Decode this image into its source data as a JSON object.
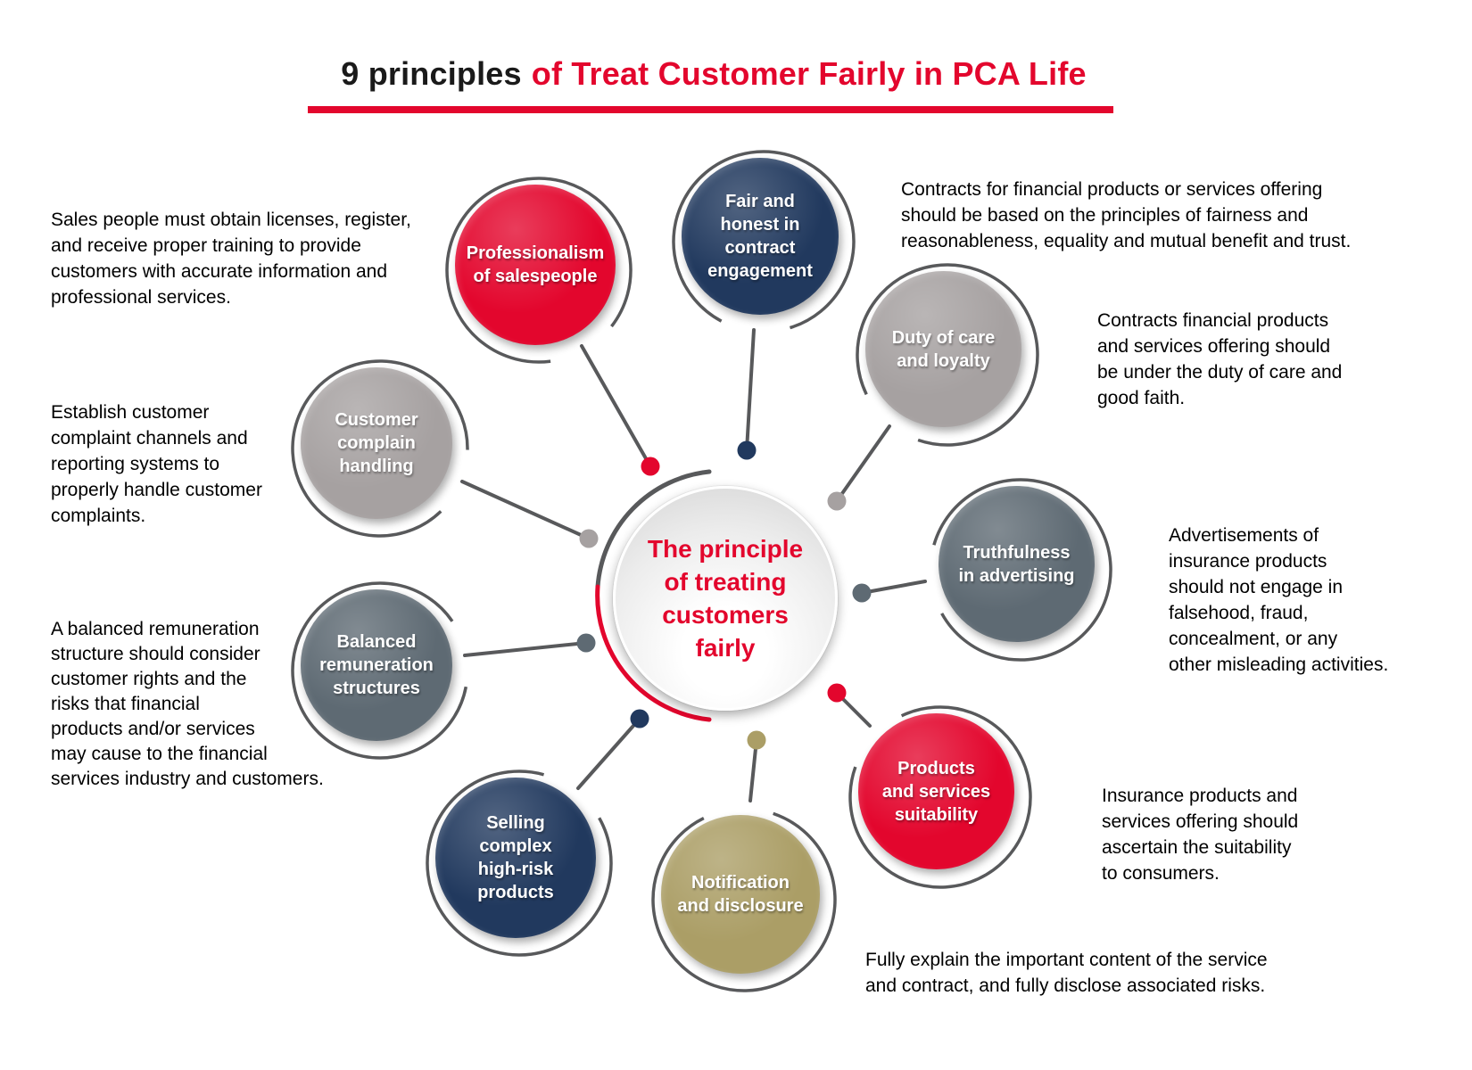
{
  "title": {
    "prefix": "9 principles",
    "rest": "of Treat Customer Fairly in PCA Life"
  },
  "center": {
    "label": "The principle\nof treating\ncustomers\nfairly"
  },
  "palette": {
    "red": "#e3062d",
    "navy": "#21395e",
    "gray": "#a6a1a1",
    "slate": "#5e6a73",
    "khaki": "#ab9e66",
    "connector_gray": "#58595b",
    "center_text_red": "#e3062d"
  },
  "satellites": [
    {
      "name": "professionalism-of-salespeople",
      "label": "Professionalism\nof salespeople",
      "color": "#e3062d",
      "desc": "Sales people must obtain licenses, register,\nand receive proper training to provide\ncustomers with accurate information and\nprofessional services."
    },
    {
      "name": "fair-and-honest-in-contract-engagement",
      "label": "Fair and\nhonest in\ncontract\nengagement",
      "color": "#21395e",
      "desc": "Contracts for financial products or services offering\nshould be based on the principles of fairness and\nreasonableness, equality and mutual benefit and trust."
    },
    {
      "name": "duty-of-care-and-loyalty",
      "label": "Duty of care\nand loyalty",
      "color": "#a6a1a1",
      "desc": "Contracts financial products\nand services offering should\nbe under the duty of care and\ngood faith."
    },
    {
      "name": "truthfulness-in-advertising",
      "label": "Truthfulness\nin advertising",
      "color": "#5e6a73",
      "desc": "Advertisements of\ninsurance products\nshould not engage in\nfalsehood, fraud,\nconcealment, or any\nother misleading activities."
    },
    {
      "name": "products-and-services-suitability",
      "label": "Products\nand services\nsuitability",
      "color": "#e3062d",
      "desc": "Insurance products and\nservices offering should\nascertain the suitability\nto consumers."
    },
    {
      "name": "notification-and-disclosure",
      "label": "Notification\nand disclosure",
      "color": "#ab9e66",
      "desc": "Fully explain the important content of the service\nand contract, and fully disclose associated risks."
    },
    {
      "name": "selling-complex-high-risk-products",
      "label": "Selling\ncomplex\nhigh-risk\nproducts",
      "color": "#21395e"
    },
    {
      "name": "balanced-remuneration-structures",
      "label": "Balanced\nremuneration\nstructures",
      "color": "#5e6a73",
      "desc": "A balanced remuneration\nstructure should consider\ncustomer rights and the\nrisks that financial\nproducts and/or services\nmay cause to the financial\nservices industry and customers."
    },
    {
      "name": "customer-complain-handling",
      "label": "Customer\ncomplain\nhandling",
      "color": "#a6a1a1",
      "desc": "Establish customer\ncomplaint channels and\nreporting systems to\nproperly handle customer\ncomplaints."
    }
  ]
}
